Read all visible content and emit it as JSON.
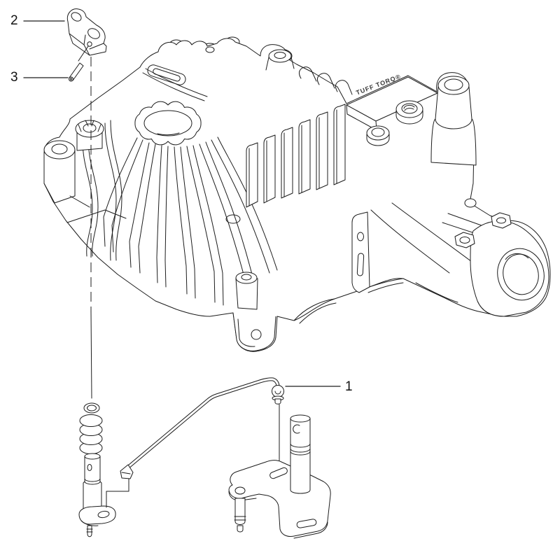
{
  "page": {
    "background_color": "#ffffff",
    "line_color": "#1c1c1c"
  },
  "diagram": {
    "kind": "exploded parts line drawing of a transaxle",
    "brand_text": "TUFF TORQ®",
    "callouts": [
      {
        "label": "1"
      },
      {
        "label": "2"
      },
      {
        "label": "3"
      }
    ]
  }
}
